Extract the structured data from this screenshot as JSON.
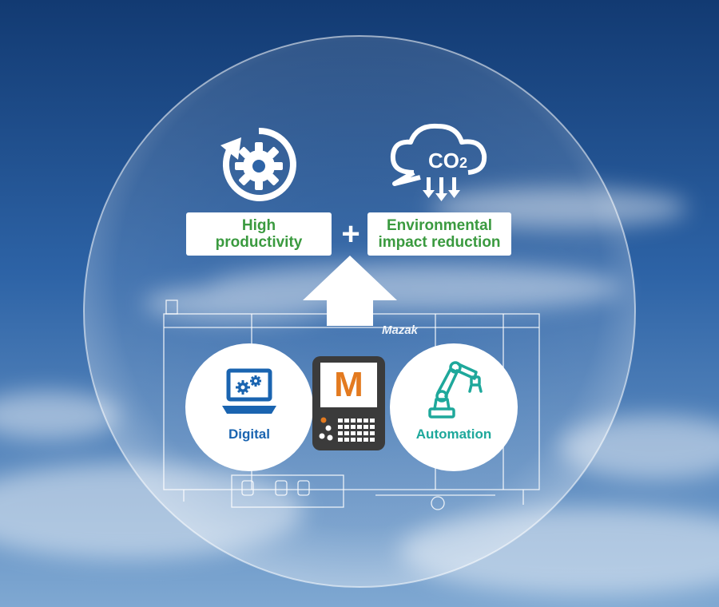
{
  "top": {
    "left_label_line1": "High",
    "left_label_line2": "productivity",
    "plus": "+",
    "right_label_line1": "Environmental",
    "right_label_line2": "impact reduction",
    "co2_text": "CO",
    "co2_subscript": "2"
  },
  "bottom": {
    "left_label": "Digital",
    "right_label": "Automation",
    "center_logo_letter": "M",
    "machine_brand": "Mazak"
  },
  "colors": {
    "label_green": "#3a9a3f",
    "digital_blue": "#1a64b0",
    "automation_teal": "#1ea89b",
    "logo_orange": "#e37a1f",
    "panel_dark": "#3b3b3b"
  },
  "icons": [
    "cycle-gear-icon",
    "co2-cloud-icon",
    "laptop-gears-icon",
    "robot-arm-icon",
    "controller-icon"
  ]
}
